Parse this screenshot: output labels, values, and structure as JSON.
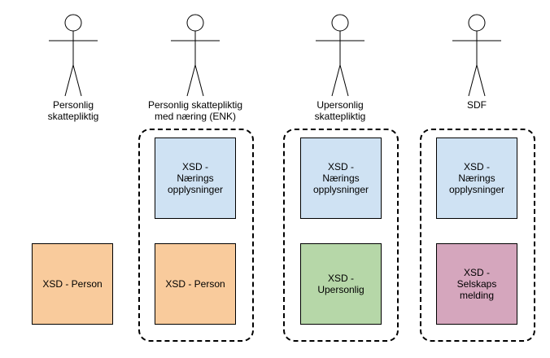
{
  "actors": [
    {
      "name": "Personlig\nskattepliktig"
    },
    {
      "name": "Personlig skattepliktig\nmed næring (ENK)"
    },
    {
      "name": "Upersonlig\nskattepliktig"
    },
    {
      "name": "SDF"
    }
  ],
  "boxes": {
    "person_1": "XSD - Person",
    "naerings_1": "XSD -\nNærings\nopplysninger",
    "person_2": "XSD - Person",
    "naerings_2": "XSD -\nNærings\nopplysninger",
    "upersonlig": "XSD -\nUpersonlig",
    "naerings_3": "XSD -\nNærings\nopplysninger",
    "selskaps": "XSD -\nSelskaps\nmelding"
  },
  "colors": {
    "person": "#f9cb9c",
    "naerings": "#cfe2f3",
    "upersonlig": "#b6d7a8",
    "selskaps": "#d5a6bd"
  }
}
